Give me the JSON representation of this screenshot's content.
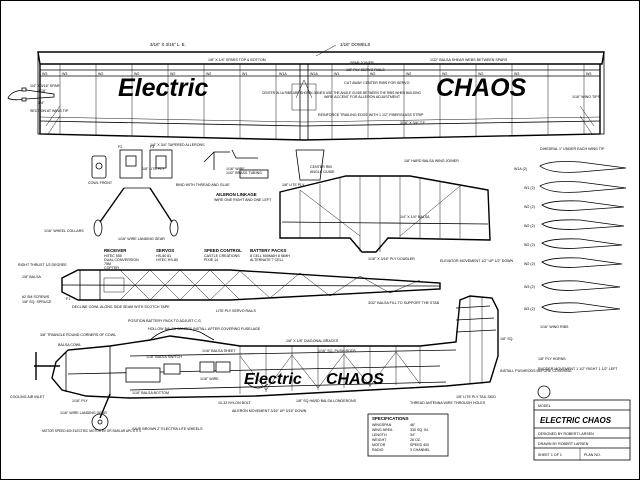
{
  "title_text": "Electric CHAOS",
  "word_electric": "Electric",
  "word_chaos": "CHAOS",
  "wing": {
    "top_labels": [
      "3/16\" X 3/16\" L. E.",
      "1/16\" DOWELS"
    ],
    "spars": "1/8\" X 1/4\" SPARS TOP & BOTTOM",
    "center": "CENTER W-1A RIBS ARE SHOWN JOINED USE THE ANGLE GUIDE BETWEEN THE RIBS WHEN BUILDING",
    "wedge_label": "W1",
    "spar_joiner": "SPAR JOINER",
    "servo_rails": "1/8\" PLY SERVO RAILS",
    "cutaway": "CUT AWAY CENTER RIBS FOR SERVO",
    "aileron_rods": "WIRE ACCENT FOR ALLERON ADJUSTMENT",
    "reinforce": "REINFORCE TRAILING EDGE WITH 1 1/2\" FIBERGLASS STRIP",
    "shear_webs": "1/32\" BALSA SHEAR WEBS BETWEEN SPARS",
    "te": "1/4\" X 3/4\" TAPERED ALLERONS",
    "te2": "3/16\" X 3/4\" T.E.",
    "wing_tips": "1/16\" WING TIPS",
    "rib_labels": [
      "W3",
      "W3",
      "W2",
      "W2",
      "W2",
      "W2",
      "W1",
      "W1A",
      "W1A",
      "W1",
      "W2",
      "W2",
      "W2",
      "W2",
      "W3",
      "W3"
    ]
  },
  "section_notes": [
    "1/4\" X 3/16\" SPAR",
    "1/16\"",
    "1/4\"",
    "SECTION AT WING TIP"
  ],
  "cowl": {
    "front": "COWL FRONT",
    "f2": "F2",
    "f3": "F3",
    "sp": "1/8\" LITE PLY"
  },
  "gear": {
    "bind": "BIND WITH THREAD AND GLUE",
    "wire": "1/16\" WIRE LANDING GEAR",
    "collar": "1/16\" WHEEL COLLARS"
  },
  "aileron_linkage": {
    "title": "AILERON LINKAGE",
    "note": "WIRE ONE RIGHT AND ONE LEFT"
  },
  "horn": [
    "1/16\" WIRE",
    "1/32\" BRASS TUBING"
  ],
  "center_guide": [
    "CENTER RIB",
    "ANGLE GUIDE",
    "1/8\" LITE PLY"
  ],
  "stab": {
    "outline": "1/8\" HARD BALSA WING JOINER",
    "balsa": "1/4\" X 1/4\" BALSA",
    "doubler": "1/16\" X 3/16\" PLY DOUBLER",
    "elevator": "ELEVATOR MOVEMENT 1/2\" UP 1/2\" DOWN"
  },
  "ribs_panel": {
    "dihedral": "DIHEDRAL 1\" UNDER EACH WING TIP",
    "ribs": [
      "W1A (2)",
      "W1 (2)",
      "W2 (2)",
      "W2 (2)",
      "W2 (2)",
      "W2 (2)",
      "W3 (2)",
      "W3 (2)"
    ],
    "wing_ribs": "1/16\" WING RIBS"
  },
  "equipment": [
    {
      "head": "RECEIVER",
      "lines": [
        "HITEC 555",
        "DUAL CONVERSION",
        "75M",
        "COPTER"
      ]
    },
    {
      "head": "SERVOS",
      "lines": [
        "HS-80 81",
        "HITEC HS-80"
      ]
    },
    {
      "head": "SPEED CONTROL",
      "lines": [
        "CASTLE CREATIONS",
        "PIXIE 14"
      ]
    },
    {
      "head": "BATTERY PACKS",
      "lines": [
        "8 CELL 600MAH 8 NiMH",
        "ALTERNATE 7 CELL"
      ]
    }
  ],
  "fuselage_top": {
    "thrust": "RIGHT THRUST 1/2 DEGREE",
    "balsa": "1/8\" BALSA",
    "screws": "#2 SM SCREWS",
    "spruce": "1/8\" SQ. SPRUCE",
    "f1": "F1",
    "cowl": "DECLINE COWL ALONG SIDE SEAM WITH SCOTCH TAPE",
    "lite": "LITE PLY SERVO RAILS",
    "balsa_sheet": "3/32\" BALSA FILL TO SUPPORT THE STAB"
  },
  "fuselage_side": {
    "battery": "POSITION BATTERY PACK TO ADJUST C.G.",
    "canopy": "HOLLOW BALSA CANOPY INSTALL AFTER COVERING FUSELAGE",
    "triangle": "3/8\" TRIANGLE ROUND CORNERS OF COWL",
    "chin": "BALSA COWL",
    "cooling": "COOLING AIR INLET",
    "motor": "MOTOR SPEED 400 ELECTRIC MOTOR 6V OR SIMILAR APC 6 X 4",
    "brace": "1/16\" PLY",
    "sheet": "1/16\" BALSA SHEET",
    "longerons": "1/8\" SQ HARD BALSA LONGERONS",
    "pushrods": "1/16\" SQ. PUSH RODS",
    "braces": "1/8\" X 1/8\" DIAGONAL BRACES",
    "servo": "1/16\" BALSA SWITCH",
    "wire": "1/16\" WIRE",
    "ply": "1/16\" BALSA BOTTOM",
    "gear": "1/16\" WIRE LANDING GEAR",
    "brown": "SAVE BROWN 2\" ELECTRA LITE WHEELS",
    "bolt": "10-32 NYLON BOLT",
    "aileron": "AILERON MOVEMENT 3/16\" UP 3/16\" DOWN",
    "rudder": "RUDDER MOVEMENT 1 1/2\" RIGHT 1 1/2\" LEFT",
    "control": "1/8\" PLY HORNS",
    "antenna": "THREAD ANTENNA WIRE THROUGH HOLES",
    "pushrod_exit": "INSTALL PUSHRODS BEFORE COVERING",
    "lite": "1/8\" LITE PLY TAIL SKID",
    "fin": "1/8\" SQ."
  },
  "specs": {
    "head": "SPECIFICATIONS",
    "rows": [
      [
        "WINGSPAN",
        "46\""
      ],
      [
        "WING AREA",
        "330 SQ. IN."
      ],
      [
        "LENGTH",
        "34\""
      ],
      [
        "WEIGHT",
        "26 OZ."
      ],
      [
        "MOTOR",
        "SPEED 400"
      ],
      [
        "RADIO",
        "3 CHANNEL"
      ]
    ]
  },
  "title_block": {
    "model_label": "MODEL",
    "model": "ELECTRIC CHAOS",
    "designed": "DESIGNED BY ROBERT LARSEN",
    "drawn": "DRAWN BY ROBERT LARSEN",
    "sheet": "SHEET 1 OF 1",
    "plan_no": "PLAN NO."
  }
}
